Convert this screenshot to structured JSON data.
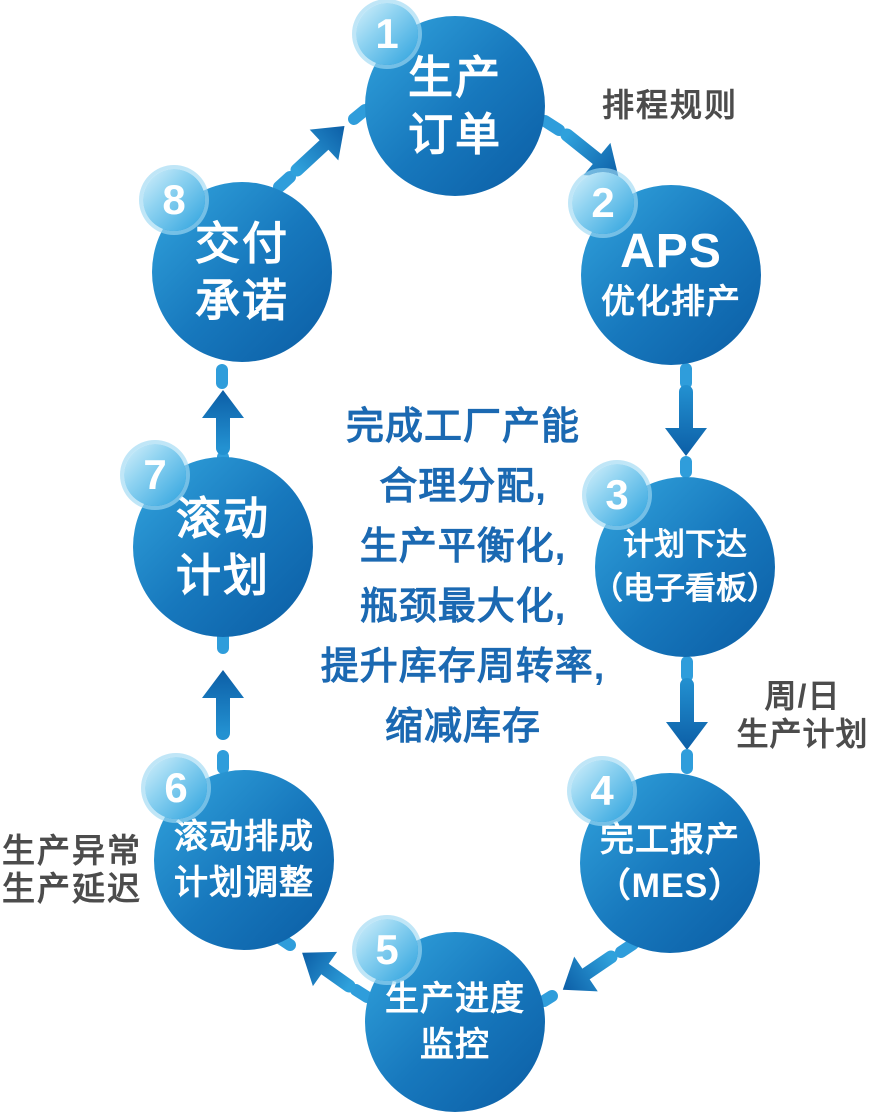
{
  "steps": [
    {
      "number": "1",
      "title_lines": [
        "生产",
        "订单"
      ]
    },
    {
      "number": "2",
      "title_lines": [
        "APS",
        "优化排产"
      ]
    },
    {
      "number": "3",
      "title_lines": [
        "计划下达",
        "（电子看板）"
      ]
    },
    {
      "number": "4",
      "title_lines": [
        "完工报产",
        "（MES）"
      ]
    },
    {
      "number": "5",
      "title_lines": [
        "生产进度",
        "监控"
      ]
    },
    {
      "number": "6",
      "title_lines": [
        "滚动排成",
        "计划调整"
      ]
    },
    {
      "number": "7",
      "title_lines": [
        "滚动",
        "计划"
      ]
    },
    {
      "number": "8",
      "title_lines": [
        "交付",
        "承诺"
      ]
    }
  ],
  "edge_labels": {
    "scheduling_rules": "排程规则",
    "week_day_plan_lines": [
      "周/日",
      "生产计划"
    ],
    "exception_lines": [
      "生产异常",
      "生产延迟"
    ]
  },
  "center_text": {
    "lines": [
      "完成工厂产能",
      "合理分配,",
      "生产平衡化,",
      "瓶颈最大化,",
      "提升库存周转率,",
      "缩减库存"
    ]
  },
  "colors": {
    "circle_gradient_light": "#33a5de",
    "circle_gradient_dark": "#0b5da4",
    "badge_gradient_light": "#d5f0fb",
    "badge_gradient_dark": "#2da2de",
    "arrow_light": "#2fa1dc",
    "arrow_dark": "#0c5ea6",
    "dash": "#2f9ddb",
    "center_text": "#1b69b2",
    "edge_label": "#4c4c4c",
    "step_text": "#ffffff"
  }
}
